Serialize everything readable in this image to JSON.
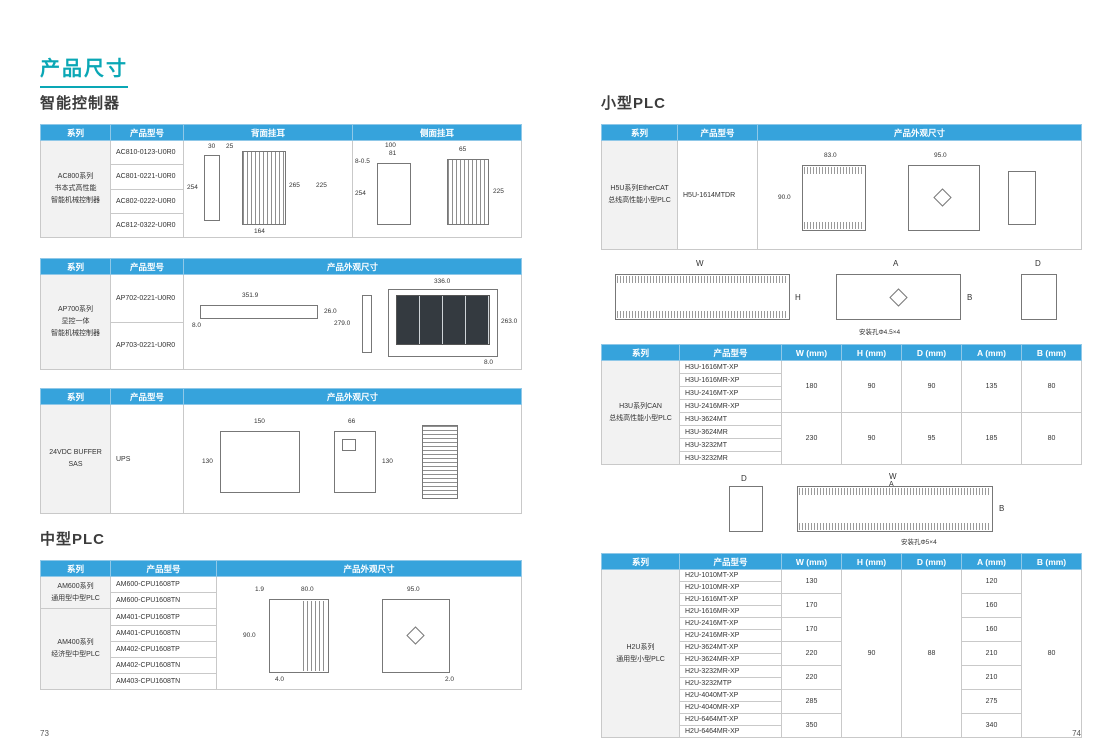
{
  "page": {
    "title": "产品尺寸",
    "page_number_left": "73",
    "page_number_right": "74"
  },
  "colors": {
    "header_blue": "#36a3dc",
    "title_teal": "#0aa7b5",
    "series_gray": "#f2f2f2"
  },
  "headings": {
    "intelligent_controller": "智能控制器",
    "medium_plc": "中型PLC",
    "small_plc": "小型PLC"
  },
  "columns": {
    "series": "系列",
    "model": "产品型号",
    "appearance": "产品外观尺寸",
    "back_mount": "背面挂耳",
    "side_mount": "侧面挂耳",
    "w": "W (mm)",
    "h": "H (mm)",
    "d": "D (mm)",
    "a": "A (mm)",
    "b": "B (mm)"
  },
  "ac800": {
    "series": "AC800系列\n书本式高性能\n智能机械控制器",
    "models": [
      "AC810-0123-U0R0",
      "AC801-0221-U0R0",
      "AC802-0222-U0R0",
      "AC812-0322-U0R0"
    ],
    "back": {
      "d1": "30",
      "d2": "25",
      "d3": "254",
      "d4": "265",
      "d5": "225",
      "d6": "164"
    },
    "side": {
      "d1": "100",
      "d2": "81",
      "d3": "8-0.5",
      "d4": "254",
      "d5": "65",
      "d6": "225"
    }
  },
  "ap700": {
    "series": "AP700系列\n显控一体\n智能机械控制器",
    "models": [
      "AP702-0221-U0R0",
      "AP703-0221-U0R0"
    ],
    "dims": {
      "d1": "351.9",
      "d2": "26.0",
      "d3": "8.0",
      "d4": "279.0",
      "d5": "336.0",
      "d6": "263.0",
      "d7": "8.0"
    }
  },
  "ups": {
    "series": "24VDC BUFFER SAS",
    "model": "UPS",
    "dims": {
      "d1": "150",
      "d2": "130",
      "d3": "66",
      "d4": "130"
    }
  },
  "am": {
    "series_am600": "AM600系列\n通用型中型PLC",
    "series_am400": "AM400系列\n经济型中型PLC",
    "models": [
      "AM600-CPU1608TP",
      "AM600-CPU1608TN",
      "AM401-CPU1608TP",
      "AM401-CPU1608TN",
      "AM402-CPU1608TP",
      "AM402-CPU1608TN",
      "AM403-CPU1608TN"
    ],
    "dims": {
      "d1": "1.9",
      "d2": "80.0",
      "d3": "90.0",
      "d4": "4.0",
      "d5": "95.0",
      "d6": "2.0"
    }
  },
  "h5u": {
    "series": "H5U系列EtherCAT\n总线高性能小型PLC",
    "model": "H5U-1614MTDR",
    "dims": {
      "d1": "83.0",
      "d2": "90.0",
      "d3": "95.0"
    }
  },
  "h3u": {
    "series": "H3U系列CAN\n总线高性能小型PLC",
    "models": [
      "H3U-1616MT-XP",
      "H3U-1616MR-XP",
      "H3U-2416MT-XP",
      "H3U-2416MR-XP",
      "H3U-3624MT",
      "H3U-3624MR",
      "H3U-3232MT",
      "H3U-3232MR"
    ],
    "group1": {
      "w": "180",
      "h": "90",
      "d": "90",
      "a": "135",
      "b": "80"
    },
    "group2": {
      "w": "230",
      "h": "90",
      "d": "95",
      "a": "185",
      "b": "80"
    },
    "diagram": {
      "w": "W",
      "h": "H",
      "a": "A",
      "b": "B",
      "d": "D",
      "note": "安装孔Φ4.5×4"
    }
  },
  "h2u": {
    "series": "H2U系列\n通用型小型PLC",
    "models": [
      "H2U-1010MT-XP",
      "H2U-1010MR-XP",
      "H2U-1616MT-XP",
      "H2U-1616MR-XP",
      "H2U-2416MT-XP",
      "H2U-2416MR-XP",
      "H2U-3624MT-XP",
      "H2U-3624MR-XP",
      "H2U-3232MR-XP",
      "H2U-3232MTP",
      "H2U-4040MT-XP",
      "H2U-4040MR-XP",
      "H2U-6464MT-XP",
      "H2U-6464MR-XP"
    ],
    "w": [
      "130",
      "170",
      "170",
      "220",
      "220",
      "285",
      "350"
    ],
    "a": [
      "120",
      "160",
      "160",
      "210",
      "210",
      "275",
      "340"
    ],
    "h": "90",
    "d": "88",
    "b": "80",
    "diagram": {
      "w": "W",
      "a": "A",
      "b": "B",
      "d": "D",
      "note": "安装孔Φ5×4"
    }
  }
}
